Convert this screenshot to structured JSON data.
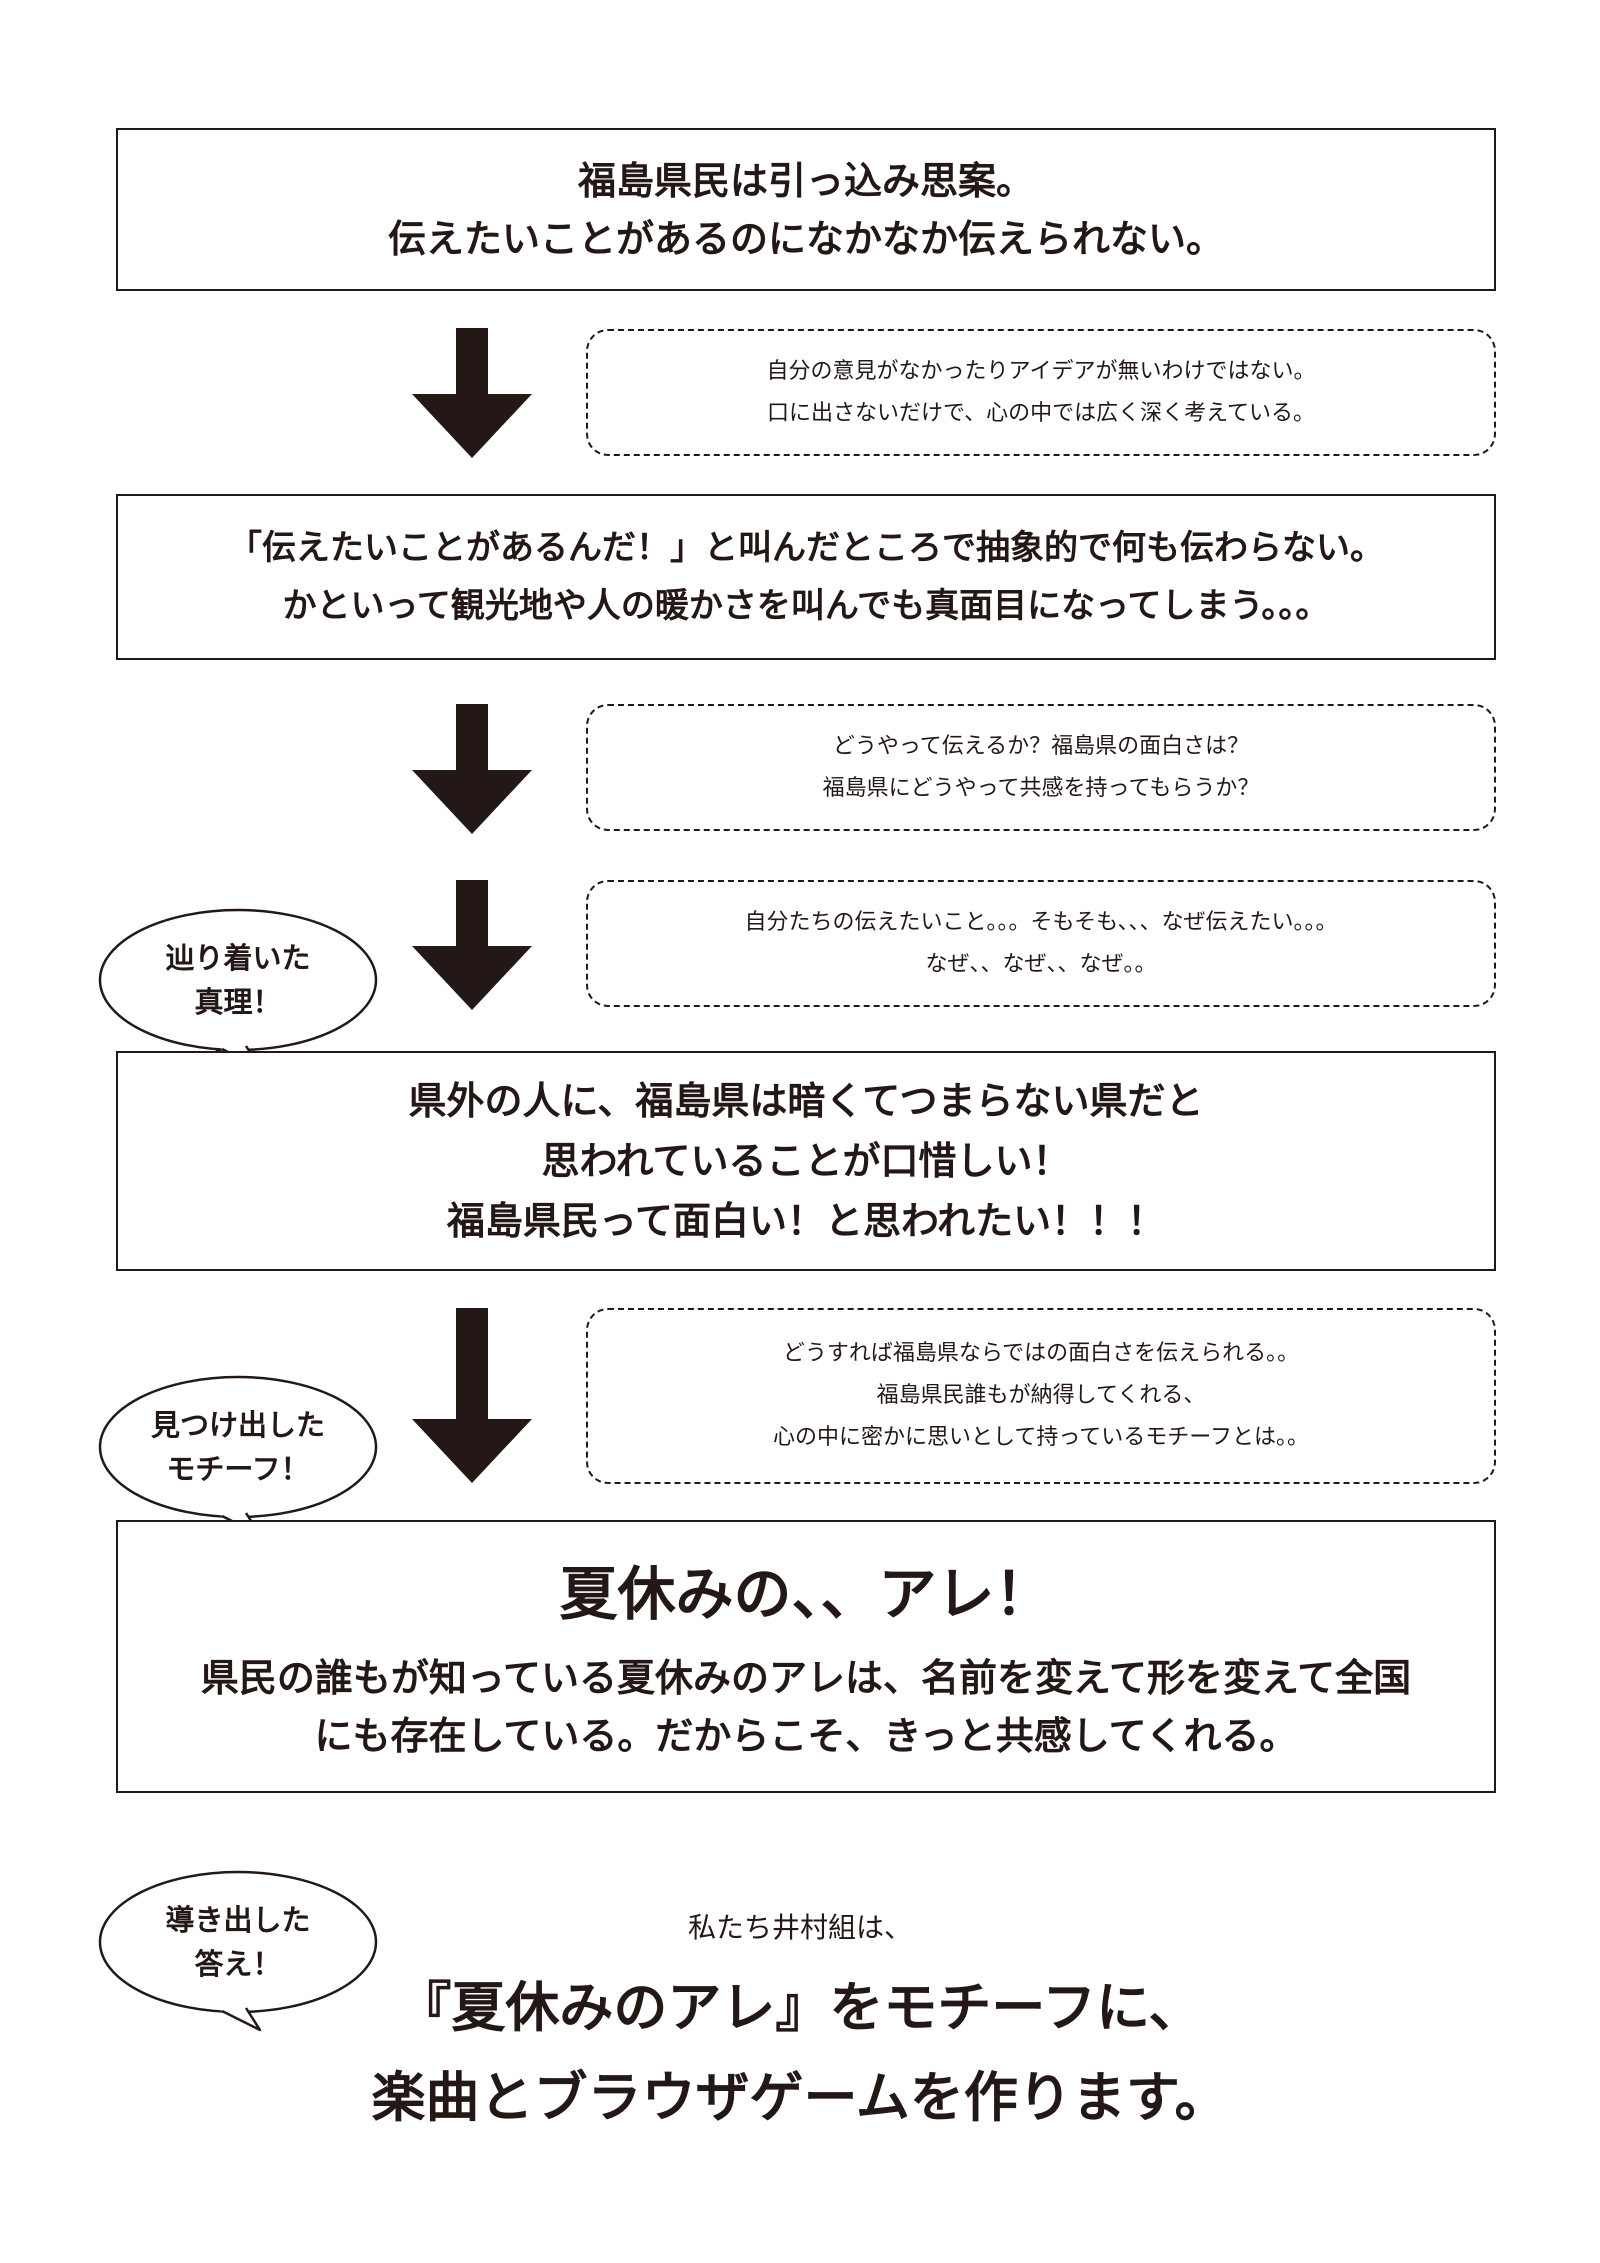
{
  "box1": {
    "lines": [
      "福島県民は引っ込み思案。",
      "伝えたいことがあるのになかなか伝えられない。"
    ]
  },
  "note1": {
    "lines": [
      "自分の意見がなかったりアイデアが無いわけではない。",
      "口に出さないだけで、心の中では広く深く考えている。"
    ]
  },
  "box2": {
    "lines": [
      "「伝えたいことがあるんだ！」と叫んだところで抽象的で何も伝わらない。",
      "かといって観光地や人の暖かさを叫んでも真面目になってしまう。。。"
    ]
  },
  "note2": {
    "lines": [
      "どうやって伝えるか？福島県の面白さは？",
      "福島県にどうやって共感を持ってもらうか？"
    ]
  },
  "note3": {
    "lines": [
      "自分たちの伝えたいこと。。。そもそも、、、なぜ伝えたい。。。",
      "なぜ、、なぜ、、なぜ。。"
    ]
  },
  "bubble1": {
    "lines": [
      "辿り着いた",
      "真理！"
    ]
  },
  "box3": {
    "lines": [
      "県外の人に、福島県は暗くてつまらない県だと",
      "思われていることが口惜しい！",
      "福島県民って面白い！と思われたい！！！"
    ]
  },
  "note4": {
    "lines": [
      "どうすれば福島県ならではの面白さを伝えられる。。",
      "福島県民誰もが納得してくれる、",
      "心の中に密かに思いとして持っているモチーフとは。。"
    ]
  },
  "bubble2": {
    "lines": [
      "見つけ出した",
      "モチーフ！"
    ]
  },
  "box4": {
    "headline": "夏休みの、、アレ！",
    "lines": [
      "県民の誰もが知っている夏休みのアレは、名前を変えて形を変えて全国",
      "にも存在している。だからこそ、きっと共感してくれる。"
    ]
  },
  "bubble3": {
    "lines": [
      "導き出した",
      "答え！"
    ]
  },
  "final": {
    "intro": "私たち井村組は、",
    "lines": [
      "『夏休みのアレ』をモチーフに、",
      "楽曲とブラウザゲームを作ります。"
    ]
  },
  "colors": {
    "ink": "#231815",
    "background": "#ffffff"
  }
}
